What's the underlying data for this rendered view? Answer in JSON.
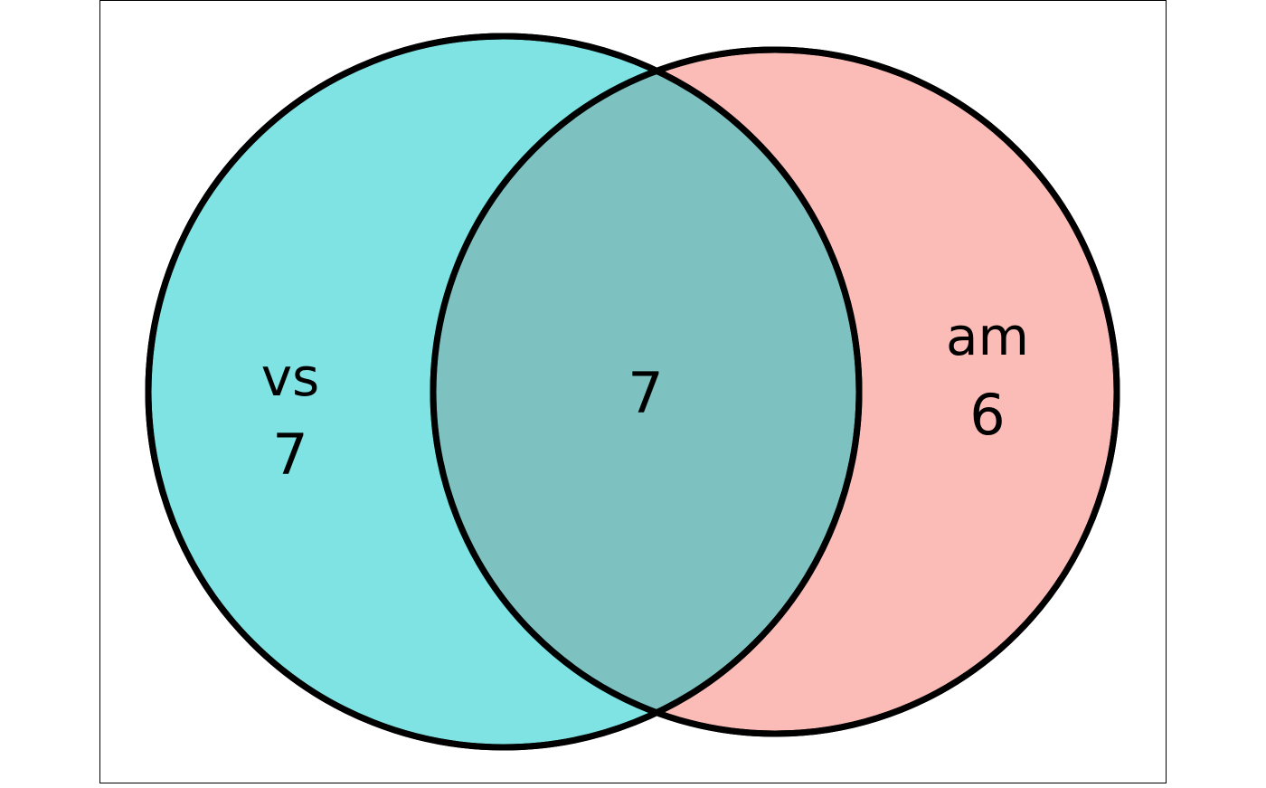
{
  "chart_data": {
    "type": "venn",
    "sets": [
      {
        "name": "vs",
        "only_count": "7",
        "color": "#00C5C8"
      },
      {
        "name": "am",
        "only_count": "6",
        "color": "#F77A72"
      }
    ],
    "intersection_count": "7",
    "outline_color": "#000000",
    "fill_opacity": 0.5
  }
}
